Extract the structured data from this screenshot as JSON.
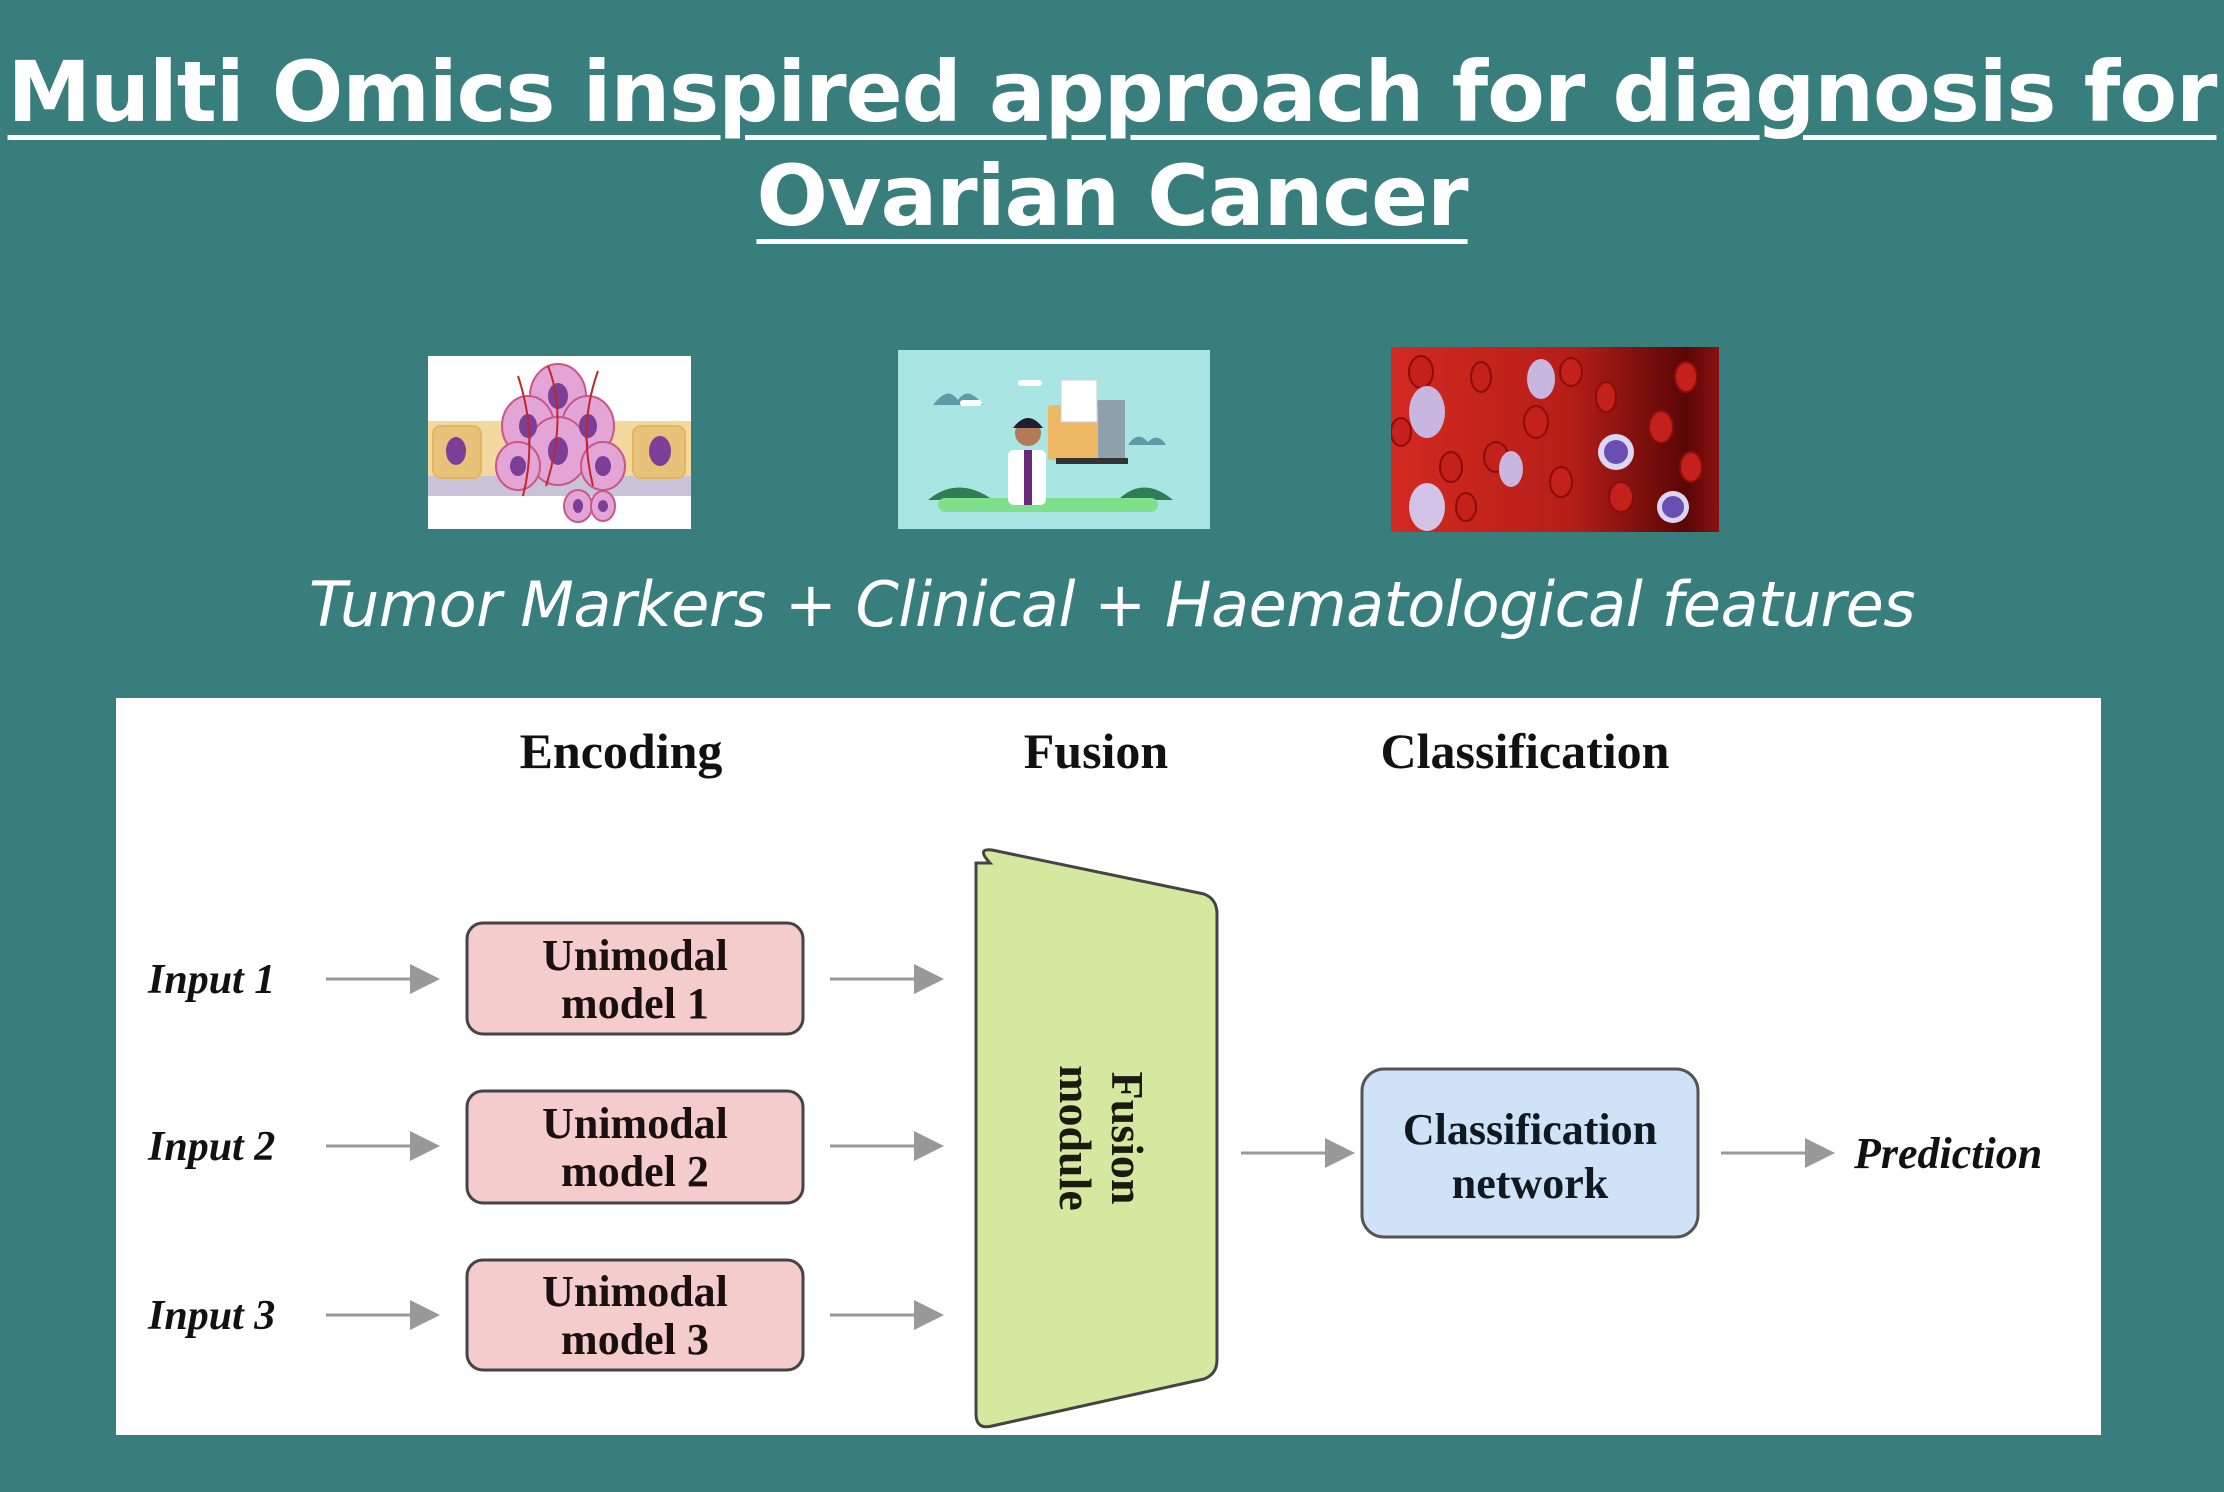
{
  "title": {
    "line1": "Multi Omics inspired approach for diagnosis for",
    "line2": "Ovarian Cancer"
  },
  "images": [
    {
      "name": "tumor-cells-illustration",
      "description": "Tumor cells cluster"
    },
    {
      "name": "clinical-doctor-illustration",
      "description": "Doctor with patient file"
    },
    {
      "name": "blood-cells-illustration",
      "description": "Red and white blood cells"
    }
  ],
  "subtitle": "Tumor Markers + Clinical + Haematological features",
  "diagram": {
    "headers": {
      "encoding": "Encoding",
      "fusion": "Fusion",
      "classification": "Classification"
    },
    "inputs": [
      "Input 1",
      "Input 2",
      "Input 3"
    ],
    "unimodal_models": [
      {
        "line1": "Unimodal",
        "line2": "model 1"
      },
      {
        "line1": "Unimodal",
        "line2": "model 2"
      },
      {
        "line1": "Unimodal",
        "line2": "model 3"
      }
    ],
    "fusion_module": {
      "line1": "Fusion",
      "line2": "module"
    },
    "classification_network": {
      "line1": "Classification",
      "line2": "network"
    },
    "output": "Prediction",
    "colors": {
      "background": "#387e7c",
      "unimodal_fill": "#f4cccc",
      "fusion_fill": "#d5e8a0",
      "classifier_fill": "#cfe2f8",
      "arrow": "#999999"
    }
  }
}
